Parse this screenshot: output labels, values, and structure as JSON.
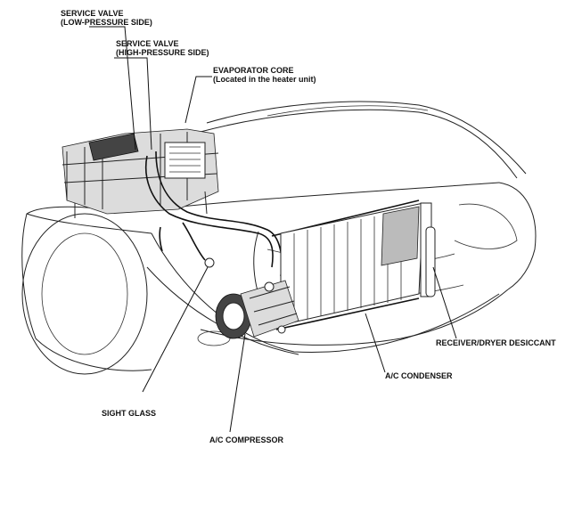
{
  "labels": {
    "service_valve_low": {
      "line1": "SERVICE VALVE",
      "line2": "(LOW-PRESSURE SIDE)"
    },
    "service_valve_high": {
      "line1": "SERVICE VALVE",
      "line2": "(HIGH-PRESSURE SIDE)"
    },
    "evaporator_core": {
      "line1": "EVAPORATOR CORE",
      "line2": "(Located in the heater unit)"
    },
    "receiver_dryer": "RECEIVER/DRYER DESICCANT",
    "condenser": "A/C CONDENSER",
    "sight_glass": "SIGHT GLASS",
    "compressor": "A/C COMPRESSOR"
  }
}
